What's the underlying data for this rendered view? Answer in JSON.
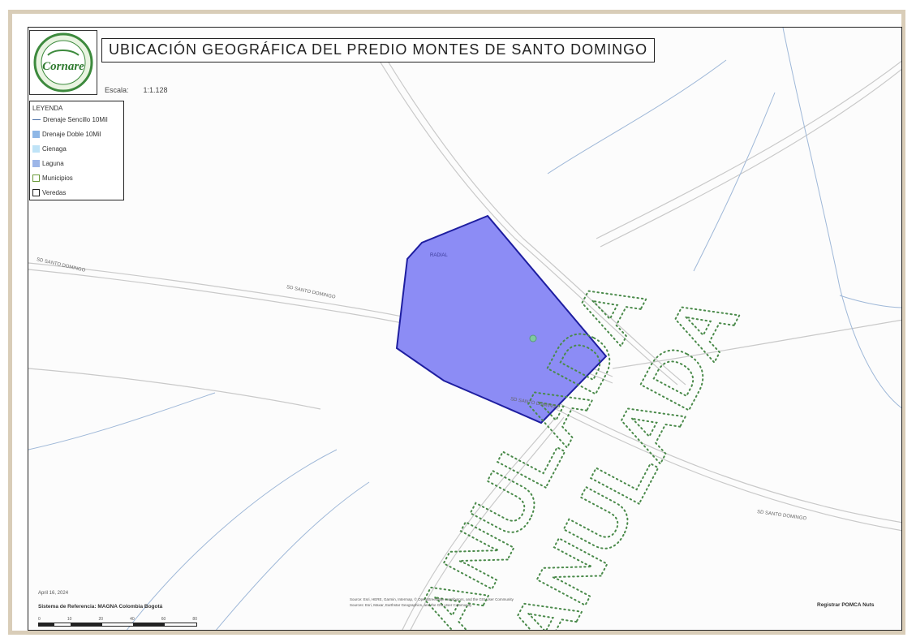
{
  "map": {
    "title": "UBICACIÓN GEOGRÁFICA DEL PREDIO MONTES DE SANTO DOMINGO",
    "logo_text": "Cornare",
    "scale_label": "Escala:",
    "scale_value": "1:1.128",
    "legend": {
      "title": "LEYENDA",
      "items": [
        {
          "label": "Drenaje Sencillo 10Mil",
          "symbol": "line",
          "color": "#4a6fa5"
        },
        {
          "label": "Drenaje Doble 10Mil",
          "symbol": "fill",
          "color": "#8fb7e6"
        },
        {
          "label": "Cienaga",
          "symbol": "fill",
          "color": "#bfe3f7"
        },
        {
          "label": "Laguna",
          "symbol": "fill",
          "color": "#9db6e8"
        },
        {
          "label": "Municipios",
          "symbol": "outline",
          "color": "#6a9a3a"
        },
        {
          "label": "Veredas",
          "symbol": "outline",
          "color": "#222222"
        }
      ]
    },
    "road_labels": [
      "SD SANTO DOMINGO",
      "SD SANTO DOMINGO",
      "SD SANTO DOMINGO",
      "SD SANTO DOMINGO"
    ],
    "parcel_label": "RADIAL",
    "parcel_color": "#8c8cf5",
    "parcel_stroke": "#1e1ea0",
    "watermark_text": "ANULADA",
    "watermark_color": "#4a8a4a",
    "footer": {
      "date": "April 16, 2024",
      "reference": "Sistema de Referencia: MAGNA Colombia Bogotá",
      "scale_ticks": [
        "0",
        "10",
        "20",
        "40",
        "60",
        "80"
      ],
      "source_line1": "Source: Esri, HERE, Garmin, Intermap, © OpenStreetMap contributors, and the GIS User Community",
      "source_line2": "Sources: Esri, Maxar, Earthstar Geographics, and the GIS User Community",
      "right_note": "Registrar POMCA Nuts"
    }
  }
}
